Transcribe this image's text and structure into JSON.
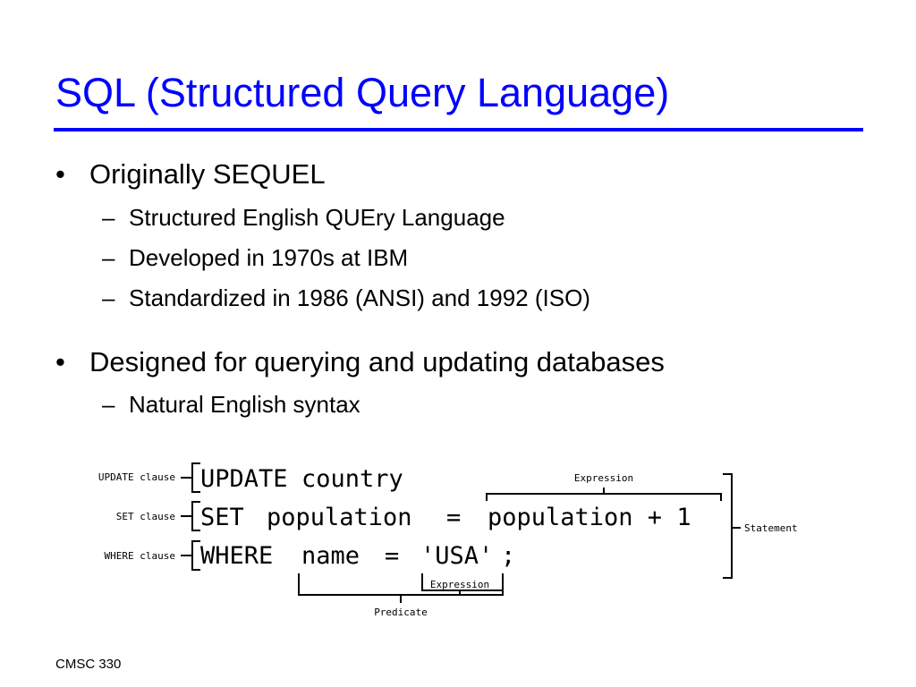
{
  "slide": {
    "title": "SQL (Structured Query Language)",
    "accent_color": "#0000ff",
    "bullets": [
      {
        "text": "Originally SEQUEL",
        "sub": [
          "Structured English QUEry Language",
          "Developed in 1970s at IBM",
          "Standardized in 1986 (ANSI) and 1992 (ISO)"
        ]
      },
      {
        "text": "Designed for querying and updating databases",
        "sub": [
          "Natural English syntax"
        ]
      }
    ],
    "bullet_glyph": "•",
    "sub_glyph": "–",
    "footer": "CMSC 330"
  },
  "diagram": {
    "code": {
      "update_kw": "UPDATE",
      "update_rest": "country",
      "set_kw": "SET",
      "set_col": "population",
      "eq": "=",
      "set_expr": "population + 1",
      "where_kw": "WHERE",
      "where_col": "name",
      "where_eq": "=",
      "where_val": "'USA'",
      "end": ";"
    },
    "labels": {
      "update_clause": "UPDATE clause",
      "set_clause": "SET clause",
      "where_clause": "WHERE clause",
      "expression_top": "Expression",
      "expression_bottom": "Expression",
      "predicate": "Predicate",
      "statement": "Statement"
    }
  }
}
